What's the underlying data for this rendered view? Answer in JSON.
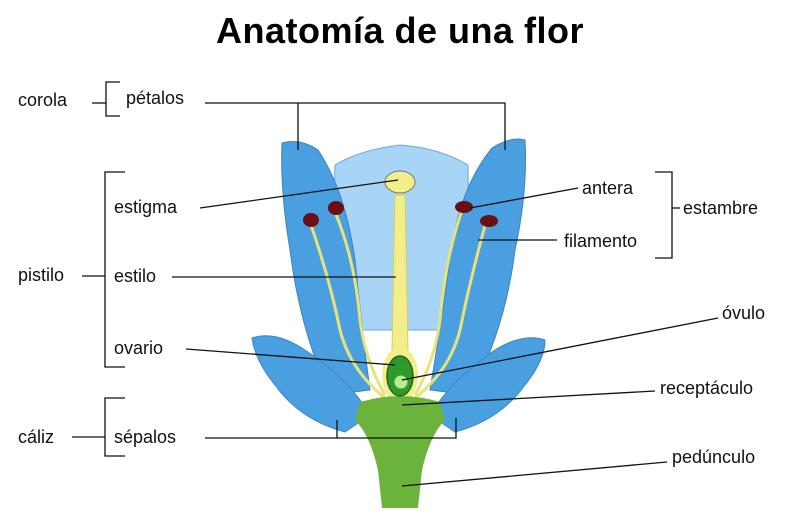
{
  "title": "Anatomía de una flor",
  "labels": {
    "corola": "corola",
    "petalos": "pétalos",
    "estigma": "estigma",
    "pistilo": "pistilo",
    "estilo": "estilo",
    "ovario": "ovario",
    "caliz": "cáliz",
    "sepalos": "sépalos",
    "antera": "antera",
    "filamento": "filamento",
    "estambre": "estambre",
    "ovulo": "óvulo",
    "receptaculo": "receptáculo",
    "pedunculo": "pedúnculo"
  },
  "colors": {
    "petal": "#4a9fe0",
    "petal_dark": "#2f86cc",
    "inner": "#a8d4f5",
    "style": "#f2ee8a",
    "anther": "#6b0f12",
    "receptacle": "#6bb33a",
    "ovary": "#2e9a2e",
    "ovule": "#b8ec8c",
    "line": "#111111"
  }
}
